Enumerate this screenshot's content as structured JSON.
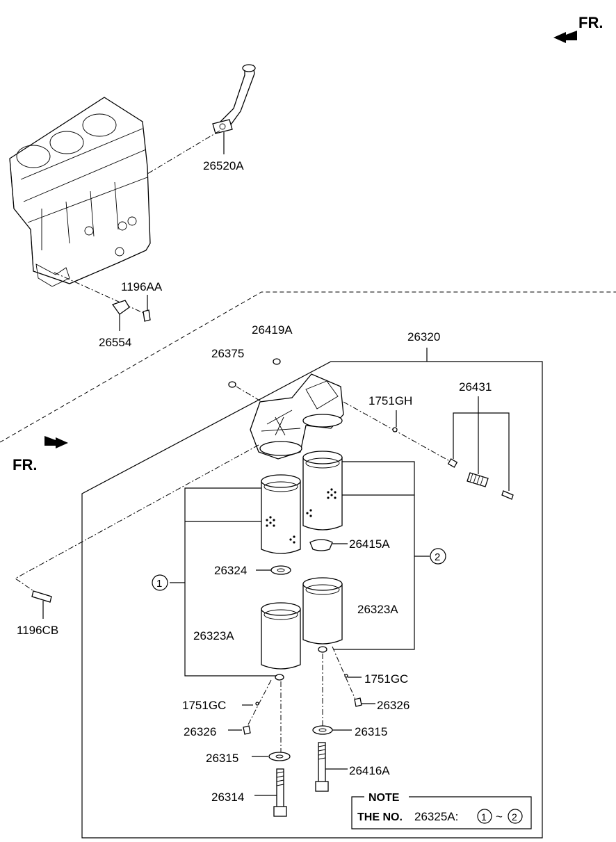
{
  "direction_marker": "FR.",
  "labels": {
    "oil_pipe": "26520A",
    "bolt_1196AA": "1196AA",
    "gasket_26554": "26554",
    "plug_26419A": "26419A",
    "filter_assy": "26320",
    "oring_26375": "26375",
    "plug_1751GH": "1751GH",
    "valve_26431": "26431",
    "seal_26415A": "26415A",
    "seal_26324": "26324",
    "element_right": "26323A",
    "element_left": "26323A",
    "bolt_1196CB": "1196CB",
    "gasket_1751GC_right": "1751GC",
    "gasket_1751GC_left": "1751GC",
    "plug_26326_right": "26326",
    "plug_26326_left": "26326",
    "washer_26315_right": "26315",
    "washer_26315_left": "26315",
    "bolt_26416A": "26416A",
    "bolt_26314": "26314"
  },
  "callouts": {
    "one": "1",
    "two": "2",
    "one_small": "1",
    "two_small": "2"
  },
  "note": {
    "title": "NOTE",
    "prefix": "THE NO.",
    "part": "26325A:",
    "separator": "~"
  }
}
